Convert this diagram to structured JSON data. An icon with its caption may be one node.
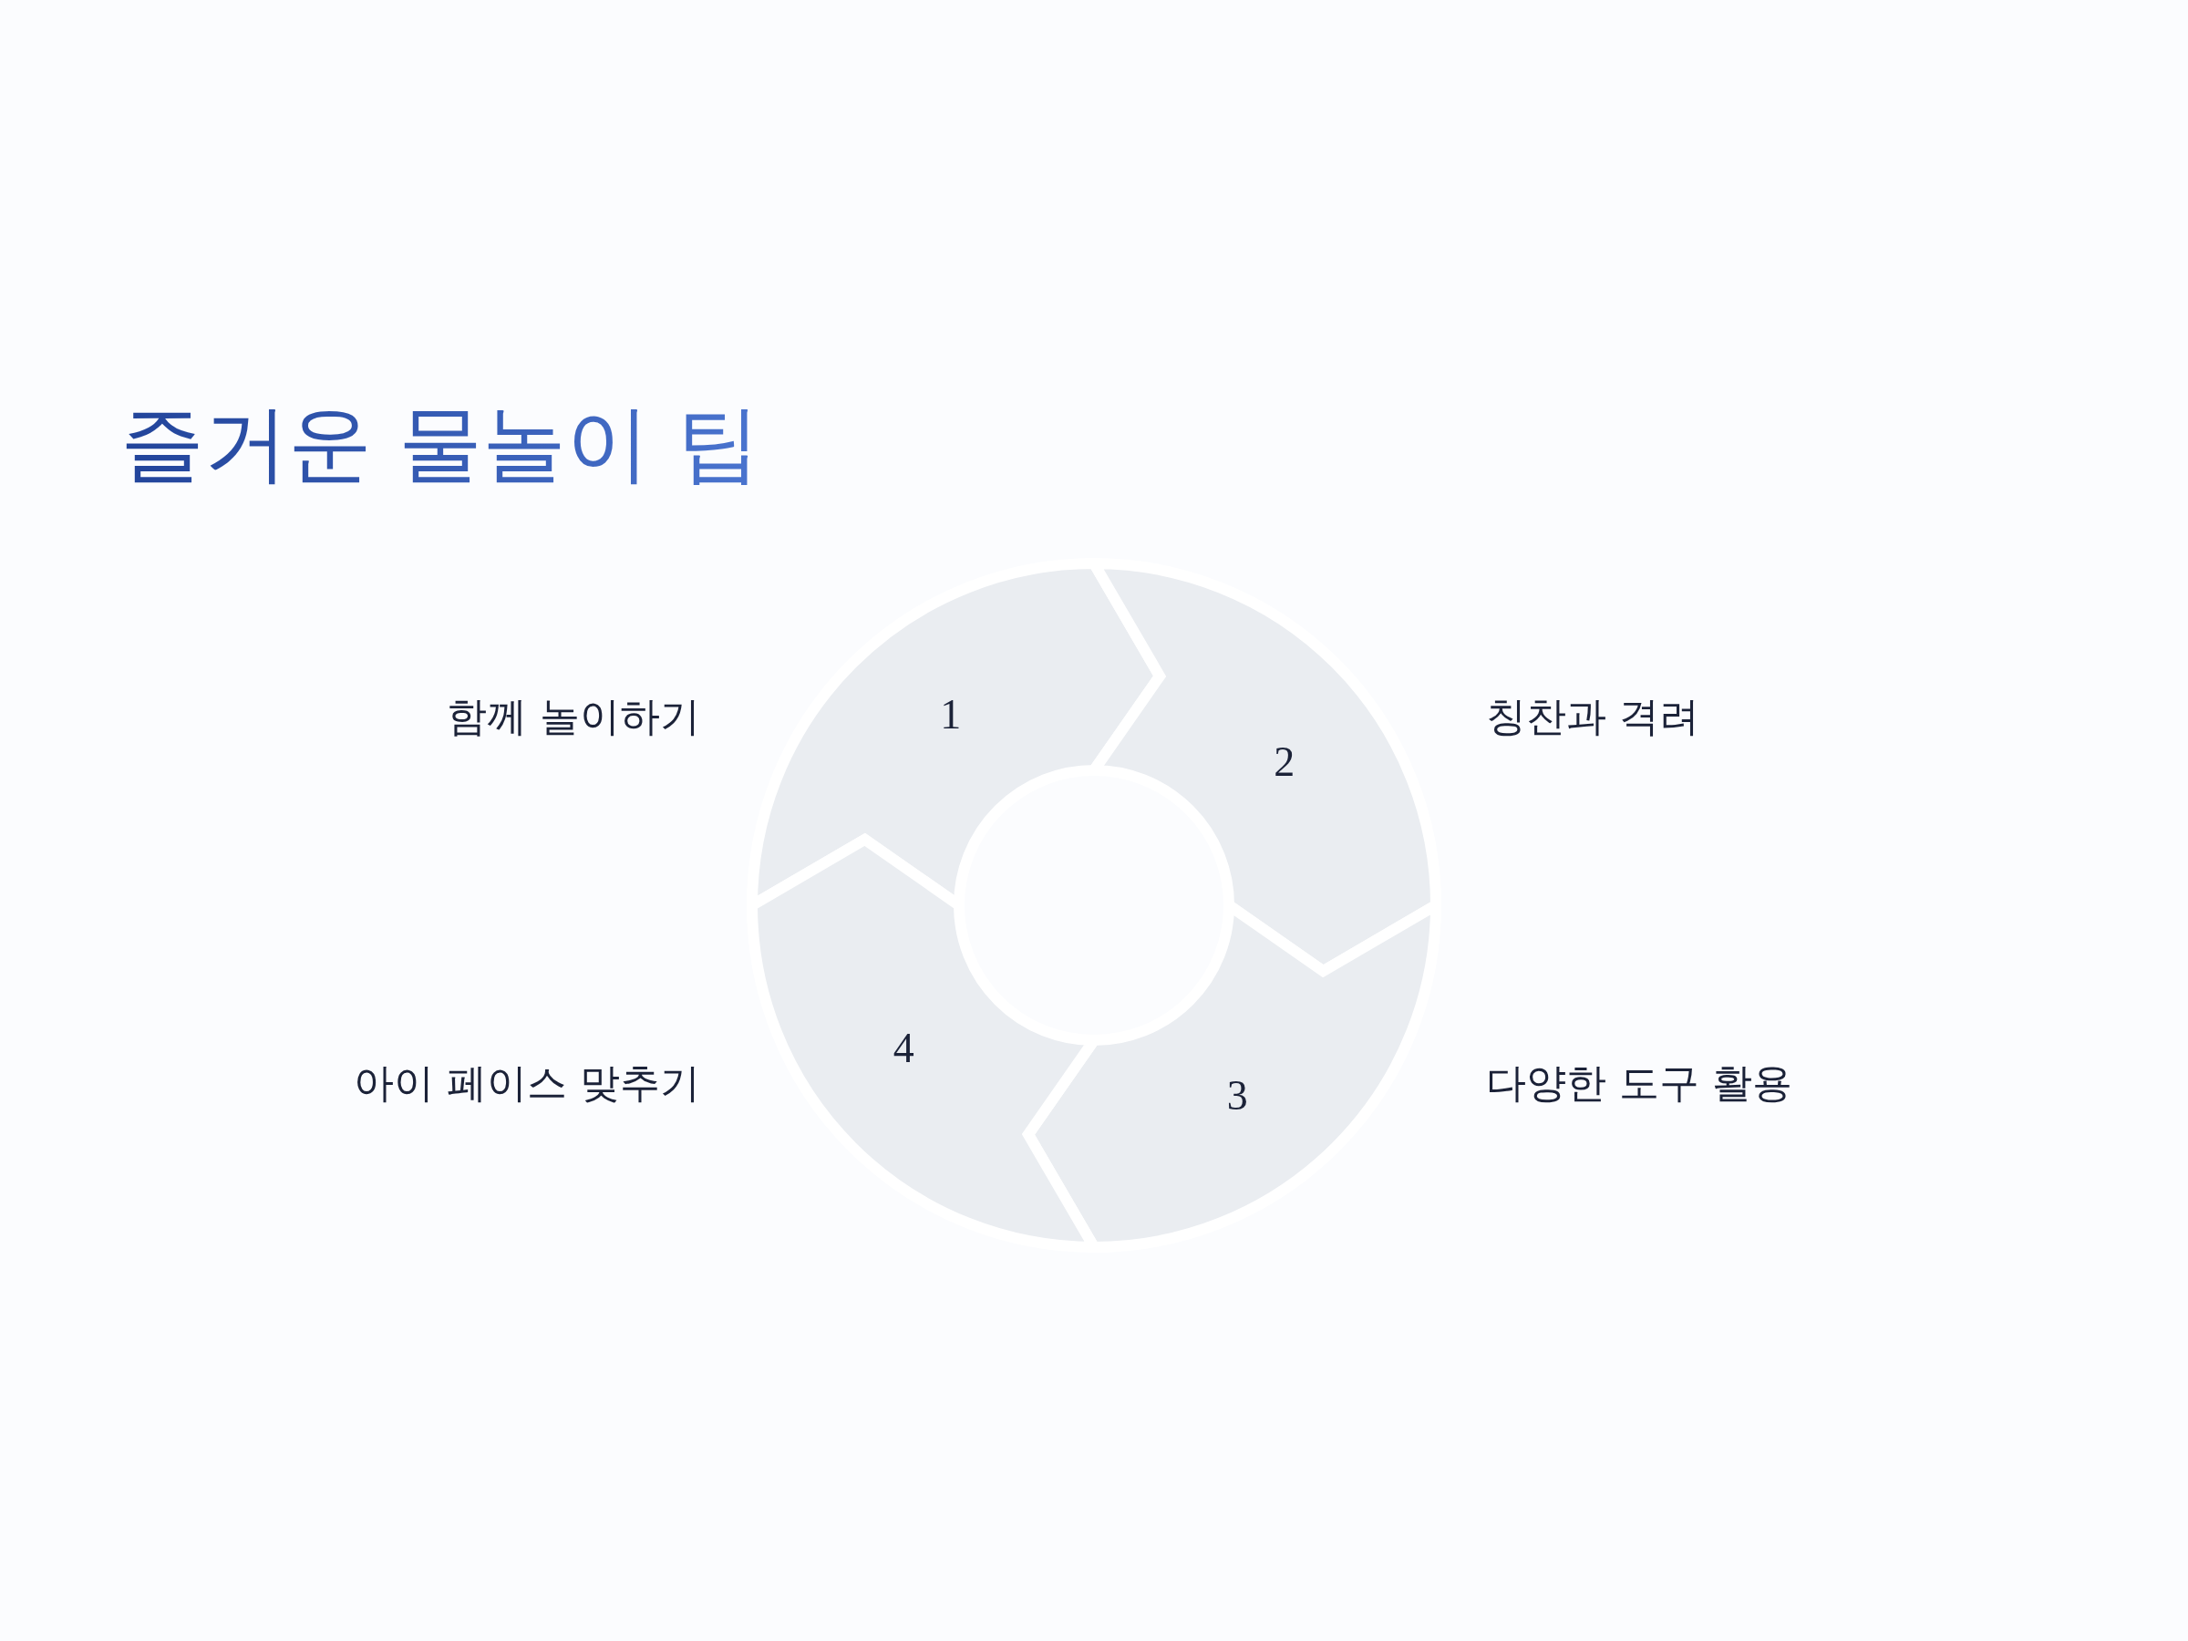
{
  "diagram": {
    "title": "즐거운 물놀이 팁",
    "nodes": [
      {
        "text": [
          "1"
        ],
        "beside": [
          "함께 놀이하기"
        ]
      },
      {
        "text": [
          "2"
        ],
        "beside": [
          "칭찬과 격려"
        ]
      },
      {
        "text": [
          "3"
        ],
        "beside": [
          "다양한 도구 활용"
        ]
      },
      {
        "text": [
          "4"
        ],
        "beside": [
          "아이 페이스 맞추기"
        ]
      }
    ]
  }
}
